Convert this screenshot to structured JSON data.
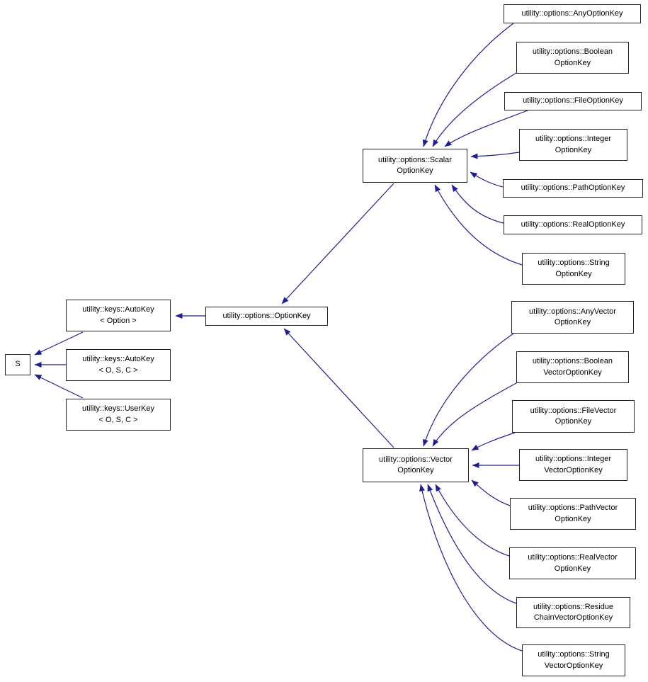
{
  "diagram": {
    "kind": "inheritance-graph",
    "nodes": {
      "s": "S",
      "autokey_option": "utility::keys::AutoKey\n< Option >",
      "autokey_osc": "utility::keys::AutoKey\n< O, S, C >",
      "userkey_osc": "utility::keys::UserKey\n< O, S, C >",
      "optionkey": "utility::options::OptionKey",
      "scalar": "utility::options::Scalar\nOptionKey",
      "vector": "utility::options::Vector\nOptionKey",
      "any": "utility::options::AnyOptionKey",
      "boolean": "utility::options::Boolean\nOptionKey",
      "file": "utility::options::FileOptionKey",
      "integer": "utility::options::Integer\nOptionKey",
      "path": "utility::options::PathOptionKey",
      "real": "utility::options::RealOptionKey",
      "string": "utility::options::String\nOptionKey",
      "anyvector": "utility::options::AnyVector\nOptionKey",
      "booleanvector": "utility::options::Boolean\nVectorOptionKey",
      "filevector": "utility::options::FileVector\nOptionKey",
      "integervector": "utility::options::Integer\nVectorOptionKey",
      "pathvector": "utility::options::PathVector\nOptionKey",
      "realvector": "utility::options::RealVector\nOptionKey",
      "residuechainvector": "utility::options::Residue\nChainVectorOptionKey",
      "stringvector": "utility::options::String\nVectorOptionKey"
    },
    "edges": [
      {
        "from": "autokey_option",
        "to": "s"
      },
      {
        "from": "autokey_osc",
        "to": "s"
      },
      {
        "from": "userkey_osc",
        "to": "s"
      },
      {
        "from": "optionkey",
        "to": "autokey_option"
      },
      {
        "from": "scalar",
        "to": "optionkey"
      },
      {
        "from": "vector",
        "to": "optionkey"
      },
      {
        "from": "any",
        "to": "scalar"
      },
      {
        "from": "boolean",
        "to": "scalar"
      },
      {
        "from": "file",
        "to": "scalar"
      },
      {
        "from": "integer",
        "to": "scalar"
      },
      {
        "from": "path",
        "to": "scalar"
      },
      {
        "from": "real",
        "to": "scalar"
      },
      {
        "from": "string",
        "to": "scalar"
      },
      {
        "from": "anyvector",
        "to": "vector"
      },
      {
        "from": "booleanvector",
        "to": "vector"
      },
      {
        "from": "filevector",
        "to": "vector"
      },
      {
        "from": "integervector",
        "to": "vector"
      },
      {
        "from": "pathvector",
        "to": "vector"
      },
      {
        "from": "realvector",
        "to": "vector"
      },
      {
        "from": "residuechainvector",
        "to": "vector"
      },
      {
        "from": "stringvector",
        "to": "vector"
      }
    ],
    "colors": {
      "edge": "#20208d",
      "node_border": "#222222",
      "node_fill": "#ffffff",
      "text": "#000000",
      "background": "#ffffff"
    }
  }
}
